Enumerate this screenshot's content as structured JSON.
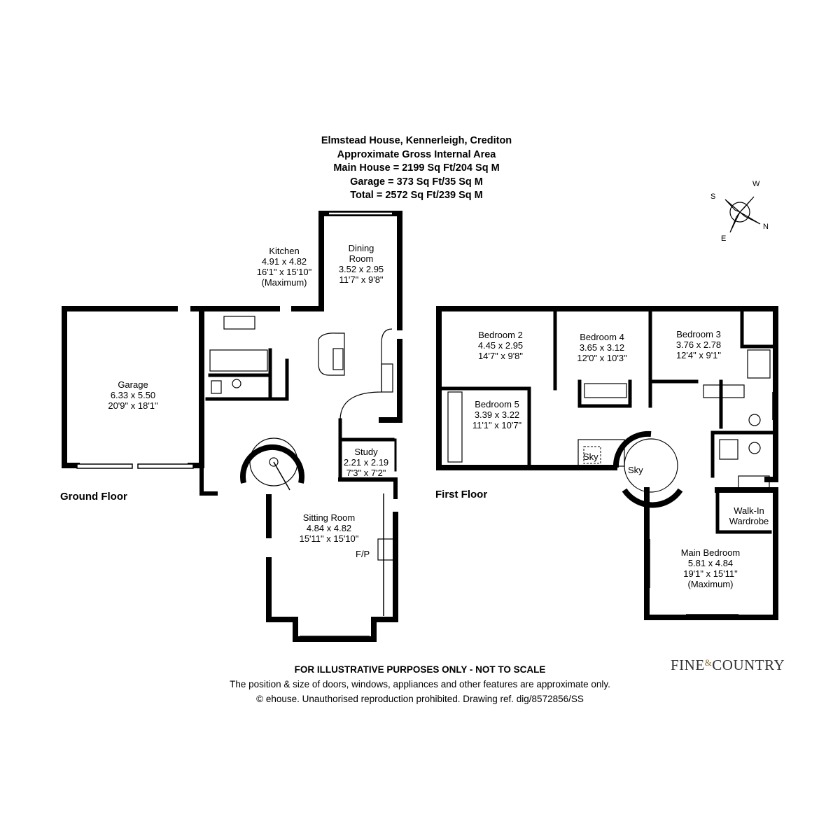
{
  "header": {
    "property": "Elmstead House, Kennerleigh, Crediton",
    "area_title": "Approximate Gross Internal Area",
    "main_house": "Main House = 2199 Sq Ft/204 Sq M",
    "garage": "Garage = 373 Sq Ft/35 Sq M",
    "total": "Total = 2572 Sq Ft/239 Sq M"
  },
  "compass": {
    "s": "S",
    "w": "W",
    "n": "N",
    "e": "E"
  },
  "ground_floor": {
    "label": "Ground Floor",
    "rooms": {
      "garage": {
        "name": "Garage",
        "metric": "6.33 x 5.50",
        "imperial": "20'9\" x 18'1\""
      },
      "kitchen": {
        "name": "Kitchen",
        "metric": "4.91 x 4.82",
        "imperial": "16'1\" x 15'10\"",
        "note": "(Maximum)"
      },
      "dining": {
        "name1": "Dining",
        "name2": "Room",
        "metric": "3.52 x 2.95",
        "imperial": "11'7\" x 9'8\""
      },
      "study": {
        "name": "Study",
        "metric": "2.21 x 2.19",
        "imperial": "7'3\" x 7'2\""
      },
      "sitting": {
        "name": "Sitting Room",
        "metric": "4.84 x 4.82",
        "imperial": "15'11\" x 15'10\""
      }
    },
    "fireplace": "F/P"
  },
  "first_floor": {
    "label": "First Floor",
    "rooms": {
      "bedroom2": {
        "name": "Bedroom 2",
        "metric": "4.45 x 2.95",
        "imperial": "14'7\" x 9'8\""
      },
      "bedroom4": {
        "name": "Bedroom 4",
        "metric": "3.65 x 3.12",
        "imperial": "12'0\" x 10'3\""
      },
      "bedroom3": {
        "name": "Bedroom 3",
        "metric": "3.76 x 2.78",
        "imperial": "12'4\" x 9'1\""
      },
      "bedroom5": {
        "name": "Bedroom 5",
        "metric": "3.39 x 3.22",
        "imperial": "11'1\" x 10'7\""
      },
      "walkin": {
        "name1": "Walk-In",
        "name2": "Wardrobe"
      },
      "main": {
        "name": "Main Bedroom",
        "metric": "5.81 x 4.84",
        "imperial": "19'1\" x 15'11\"",
        "note": "(Maximum)"
      }
    },
    "sky1": "Sky",
    "sky2": "Sky"
  },
  "footer": {
    "line1": "FOR ILLUSTRATIVE PURPOSES ONLY - NOT TO SCALE",
    "line2": "The position & size of doors, windows, appliances and other features are approximate only.",
    "line3": "© ehouse. Unauthorised reproduction prohibited. Drawing ref. dig/8572856/SS"
  },
  "logo": {
    "part1": "FINE",
    "amp": "&",
    "part2": "COUNTRY"
  }
}
